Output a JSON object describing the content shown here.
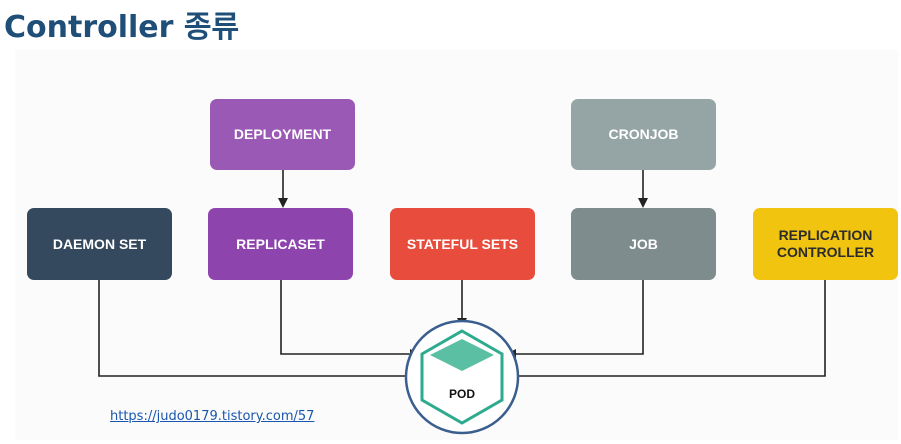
{
  "title": "Controller 종류",
  "nodes": {
    "deployment": {
      "label": "DEPLOYMENT",
      "color": "#9b59b6"
    },
    "cronjob": {
      "label": "CRONJOB",
      "color": "#95a5a6"
    },
    "daemon_set": {
      "label": "DAEMON SET",
      "color": "#34495e"
    },
    "replicaset": {
      "label": "REPLICASET",
      "color": "#8e44ad"
    },
    "stateful_sets": {
      "label": "STATEFUL SETS",
      "color": "#e74c3c"
    },
    "job": {
      "label": "JOB",
      "color": "#7f8c8d"
    },
    "replication_controller": {
      "label": "REPLICATION\nCONTROLLER",
      "color": "#f1c40f",
      "text_color": "#2c2c2c"
    },
    "pod": {
      "label": "POD"
    }
  },
  "colors": {
    "pod_circle": "#3a5f8f",
    "pod_hex": "#2eaa8f",
    "pod_hex_fill": "#5bbfa3",
    "arrow": "#222222"
  },
  "source_link": "https://judo0179.tistory.com/57"
}
